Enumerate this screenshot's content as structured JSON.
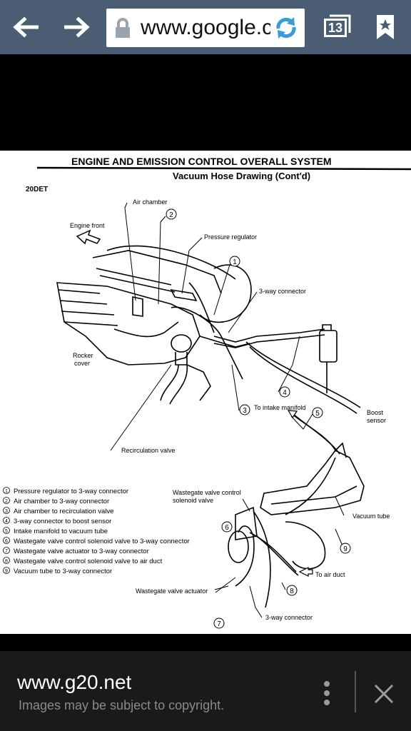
{
  "browser": {
    "url": "www.google.c",
    "tab_count": "13"
  },
  "diagram": {
    "title": "ENGINE AND EMISSION CONTROL OVERALL SYSTEM",
    "subtitle": "Vacuum Hose Drawing (Cont'd)",
    "model": "20DET",
    "labels": {
      "air_chamber": "Air chamber",
      "engine_front": "Engine front",
      "pressure_regulator": "Pressure regulator",
      "three_way_connector": "3-way connector",
      "rocker_cover": "Rocker\ncover",
      "to_intake_manifold": "To intake manifold",
      "boost_sensor": "Boost\nsensor",
      "recirculation_valve": "Recirculation valve",
      "wastegate_solenoid": "Wastegate valve control\nsolenoid valve",
      "vacuum_tube": "Vacuum tube",
      "to_air_duct": "To air duct",
      "wastegate_actuator": "Wastegate valve actuator",
      "three_way_connector_bottom": "3-way connector"
    },
    "legend": [
      {
        "num": "1",
        "text": "Pressure regulator to 3-way connector"
      },
      {
        "num": "2",
        "text": "Air chamber to 3-way connector"
      },
      {
        "num": "3",
        "text": "Air chamber to recirculation valve"
      },
      {
        "num": "4",
        "text": "3-way connector to boost sensor"
      },
      {
        "num": "5",
        "text": "Intake manifold to vacuum tube"
      },
      {
        "num": "6",
        "text": "Wastegate valve control solenoid valve to 3-way connector"
      },
      {
        "num": "7",
        "text": "Wastegate valve actuator to 3-way connector"
      },
      {
        "num": "8",
        "text": "Wastegate valve control solenoid valve to air duct"
      },
      {
        "num": "9",
        "text": "Vacuum tube to 3-way connector"
      }
    ]
  },
  "footer": {
    "site": "www.g20.net",
    "notice": "Images may be subject to copyright."
  }
}
